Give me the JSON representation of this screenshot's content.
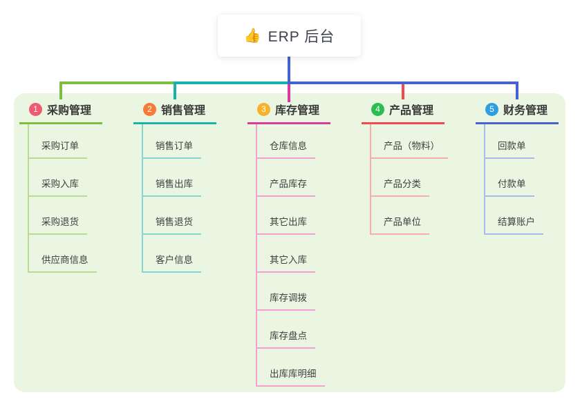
{
  "root": {
    "icon": "👍",
    "label": "ERP 后台"
  },
  "branches": [
    {
      "badge": "1",
      "title": "采购管理",
      "color": "#7dbd3f",
      "light_color": "#b8dc92",
      "badge_color": "#ef5a71",
      "children": [
        "采购订单",
        "采购入库",
        "采购退货",
        "供应商信息"
      ]
    },
    {
      "badge": "2",
      "title": "销售管理",
      "color": "#17b3a8",
      "light_color": "#86d6cf",
      "badge_color": "#f57b36",
      "children": [
        "销售订单",
        "销售出库",
        "销售退货",
        "客户信息"
      ]
    },
    {
      "badge": "3",
      "title": "库存管理",
      "color": "#da3a9c",
      "light_color": "#f1a2cf",
      "badge_color": "#f7b22c",
      "children": [
        "仓库信息",
        "产品库存",
        "其它出库",
        "其它入库",
        "库存调拨",
        "库存盘点",
        "出库库明细"
      ]
    },
    {
      "badge": "4",
      "title": "产品管理",
      "color": "#ef4b50",
      "light_color": "#f7adad",
      "badge_color": "#2cbc53",
      "children": [
        "产品（物料）",
        "产品分类",
        "产品单位"
      ]
    },
    {
      "badge": "5",
      "title": "财务管理",
      "color": "#4462d0",
      "light_color": "#a8bae8",
      "badge_color": "#2d9fe0",
      "children": [
        "回款单",
        "付款单",
        "结算账户"
      ]
    }
  ],
  "colors": {
    "panel_background": "#eaf6e2",
    "root_line": "#4462d0",
    "text_dark": "#3c414b"
  }
}
